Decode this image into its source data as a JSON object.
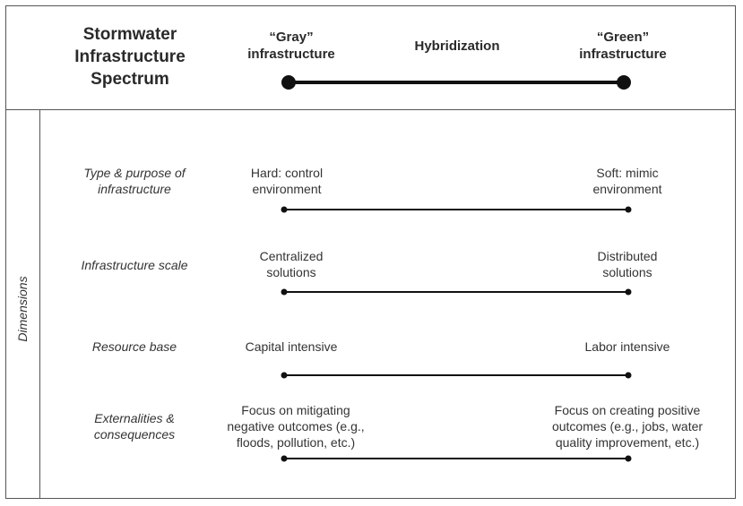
{
  "header": {
    "title_lines": [
      "Stormwater",
      "Infrastructure",
      "Spectrum"
    ],
    "gray_lines": [
      "“Gray”",
      "infrastructure"
    ],
    "middle": "Hybridization",
    "green_lines": [
      "“Green”",
      "infrastructure"
    ]
  },
  "side_label": "Dimensions",
  "dimensions": [
    {
      "name_lines": [
        "Type & purpose of",
        "infrastructure"
      ],
      "left_lines": [
        "Hard: control",
        "environment"
      ],
      "right_lines": [
        "Soft: mimic",
        "environment"
      ]
    },
    {
      "name_lines": [
        "Infrastructure scale"
      ],
      "left_lines": [
        "Centralized",
        "solutions"
      ],
      "right_lines": [
        "Distributed",
        "solutions"
      ]
    },
    {
      "name_lines": [
        "Resource base"
      ],
      "left_lines": [
        "Capital intensive"
      ],
      "right_lines": [
        "Labor intensive"
      ]
    },
    {
      "name_lines": [
        "Externalities &",
        "consequences"
      ],
      "left_lines": [
        "Focus on mitigating",
        "negative outcomes (e.g.,",
        "floods, pollution, etc.)"
      ],
      "right_lines": [
        "Focus on creating positive",
        "outcomes (e.g., jobs, water",
        "quality improvement, etc.)"
      ]
    }
  ]
}
